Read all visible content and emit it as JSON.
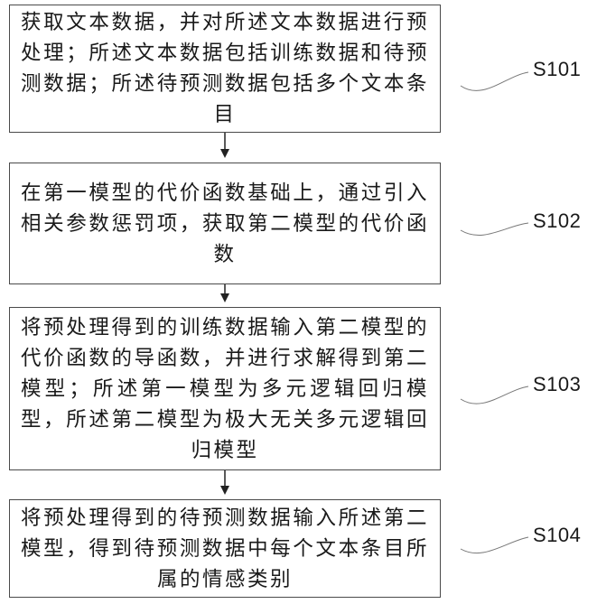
{
  "steps": [
    {
      "id": "S101",
      "label": "S101",
      "text": "获取文本数据，并对所述文本数据进行预处理；所述文本数据包括训练数据和待预测数据；所述待预测数据包括多个文本条目"
    },
    {
      "id": "S102",
      "label": "S102",
      "text": "在第一模型的代价函数基础上，通过引入相关参数惩罚项，获取第二模型的代价函数"
    },
    {
      "id": "S103",
      "label": "S103",
      "text": "将预处理得到的训练数据输入第二模型的代价函数的导函数，并进行求解得到第二模型；所述第一模型为多元逻辑回归模型，所述第二模型为极大无关多元逻辑回归模型"
    },
    {
      "id": "S104",
      "label": "S104",
      "text": "将预处理得到的待预测数据输入所述第二模型，得到待预测数据中每个文本条目所属的情感类别"
    }
  ],
  "colors": {
    "border": "#4a4a4a",
    "text": "#1a1a1a",
    "arrow": "#222222",
    "leader": "#777777"
  }
}
